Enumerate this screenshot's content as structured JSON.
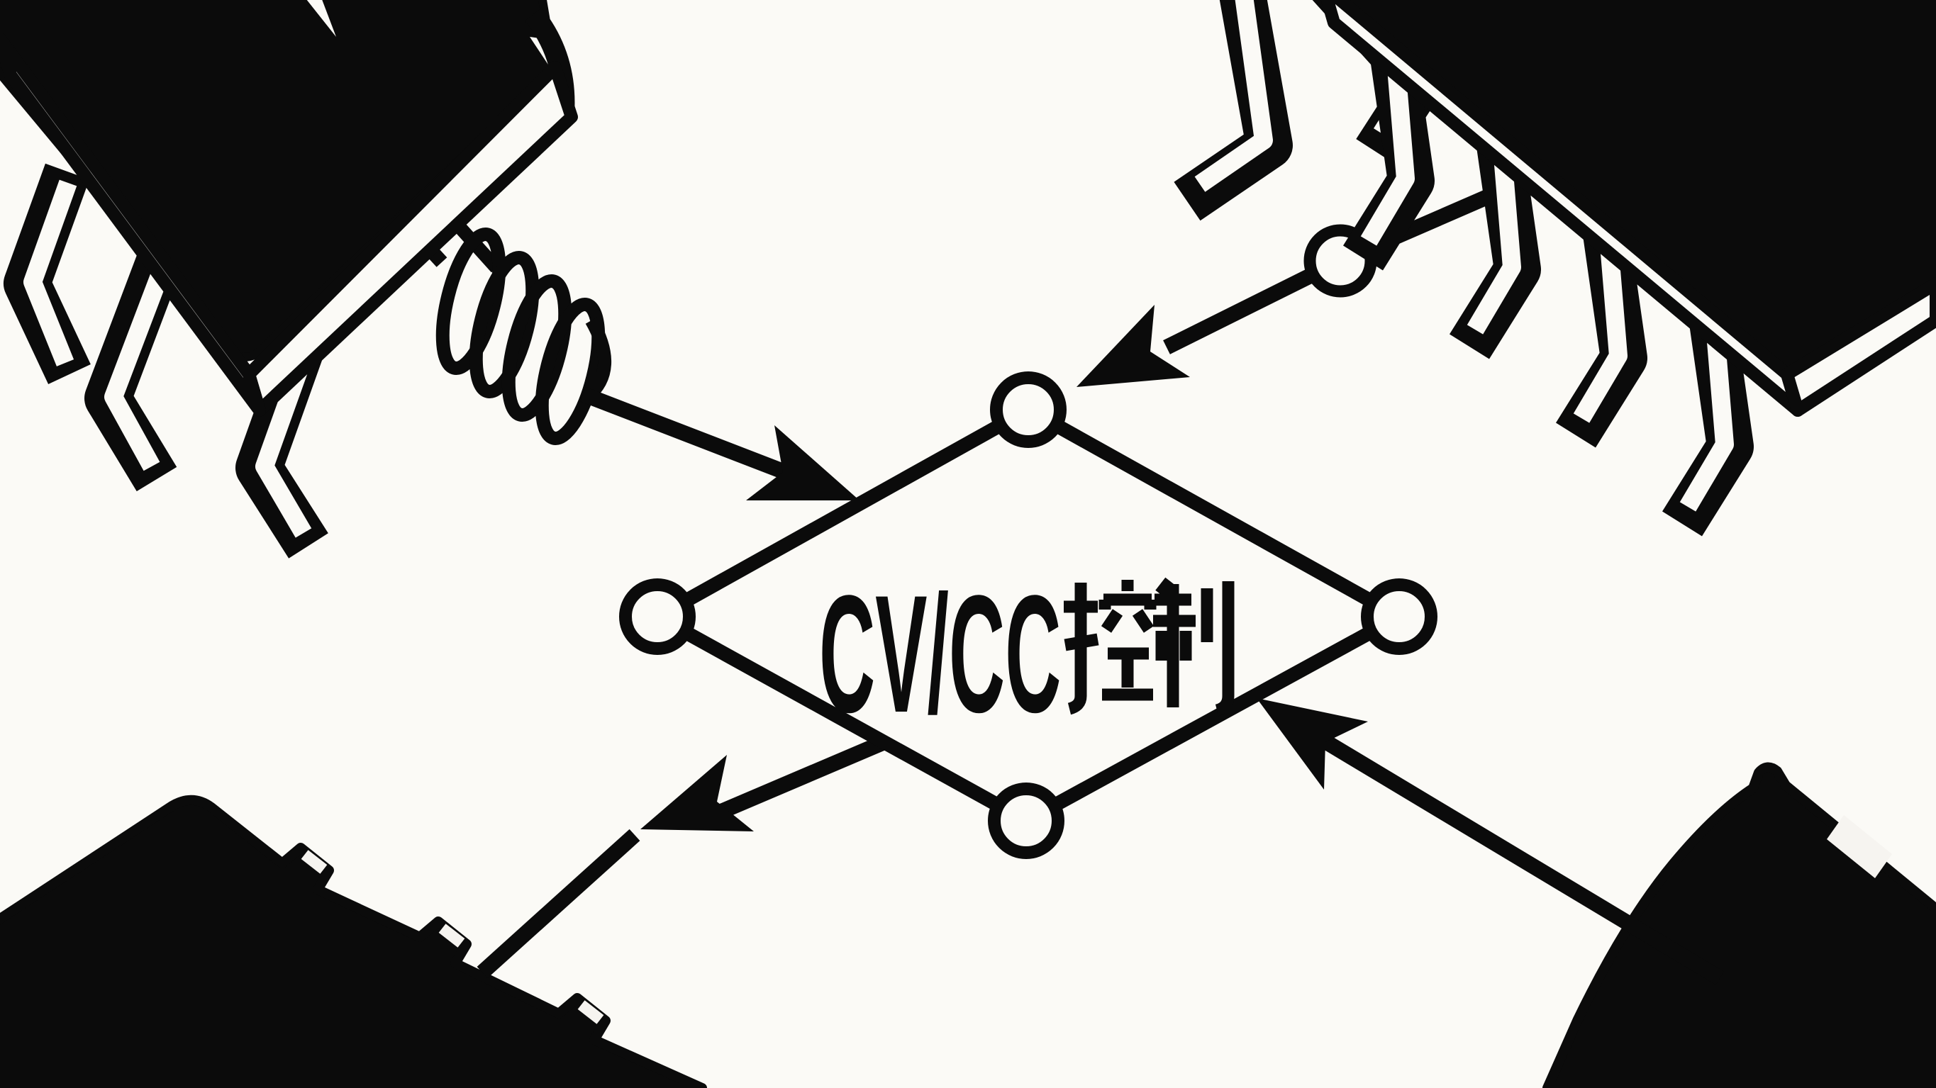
{
  "page": {
    "background_color": "#fbfaf6",
    "ink_color": "#0b0b0b"
  },
  "diagram": {
    "center_label": "CV/CC控制",
    "center_label_latin": "CV/CC",
    "center_label_cjk": "控制",
    "center_shape": "decision-diamond",
    "diamond_ports": [
      "top",
      "left",
      "right",
      "bottom"
    ],
    "components": [
      {
        "id": "ic-chip-top-left",
        "icon": "soic-ic-package-icon"
      },
      {
        "id": "inductor-coil",
        "icon": "spring-coil-icon"
      },
      {
        "id": "ic-chip-top-right",
        "icon": "soic-ic-package-icon"
      },
      {
        "id": "module-bottom-left",
        "icon": "black-power-module-icon"
      },
      {
        "id": "power-device-bottom-right",
        "icon": "power-tab-package-icon"
      }
    ],
    "connections": [
      {
        "from": "ic-chip-top-left",
        "through": "inductor-coil",
        "to": "diamond",
        "arrow": "points-into-diamond"
      },
      {
        "from": "ic-chip-top-right",
        "to": "diamond",
        "arrow": "points-into-diamond",
        "has_junction_node": true
      },
      {
        "from": "diamond",
        "to": "module-bottom-left",
        "arrow": "points-out-to-module"
      },
      {
        "from": "power-device-bottom-right",
        "to": "diamond",
        "arrow": "points-into-diamond"
      }
    ]
  }
}
